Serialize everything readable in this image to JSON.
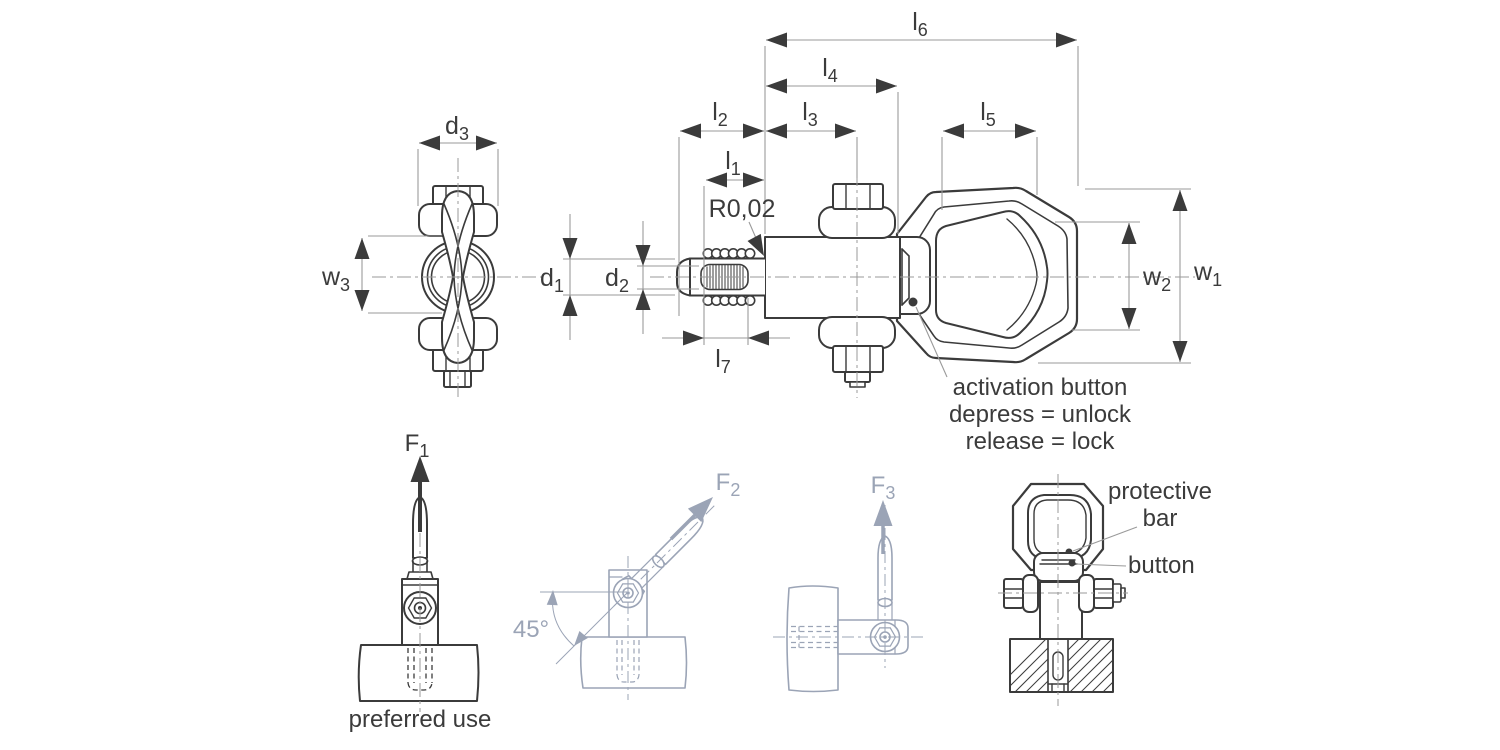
{
  "colors": {
    "line_dark": "#3b3b3b",
    "dimension_gray": "#9a9a9a",
    "secondary_light": "#9ba4b6",
    "background": "#ffffff"
  },
  "dims": {
    "d1": {
      "base": "d",
      "sub": "1"
    },
    "d2": {
      "base": "d",
      "sub": "2"
    },
    "d3": {
      "base": "d",
      "sub": "3"
    },
    "w1": {
      "base": "w",
      "sub": "1"
    },
    "w2": {
      "base": "w",
      "sub": "2"
    },
    "w3": {
      "base": "w",
      "sub": "3"
    },
    "l1": {
      "base": "l",
      "sub": "1"
    },
    "l2": {
      "base": "l",
      "sub": "2"
    },
    "l3": {
      "base": "l",
      "sub": "3"
    },
    "l4": {
      "base": "l",
      "sub": "4"
    },
    "l5": {
      "base": "l",
      "sub": "5"
    },
    "l6": {
      "base": "l",
      "sub": "6"
    },
    "l7": {
      "base": "l",
      "sub": "7"
    },
    "radius": "R0,02"
  },
  "forces": {
    "f1": {
      "base": "F",
      "sub": "1"
    },
    "f2": {
      "base": "F",
      "sub": "2"
    },
    "f3": {
      "base": "F",
      "sub": "3"
    }
  },
  "notes": {
    "activation_line1": "activation button",
    "activation_line2": "depress = unlock",
    "activation_line3": "release = lock",
    "protective_line1": "protective",
    "protective_line2": "bar",
    "button": "button",
    "preferred_use": "preferred use",
    "angle": "45°"
  }
}
